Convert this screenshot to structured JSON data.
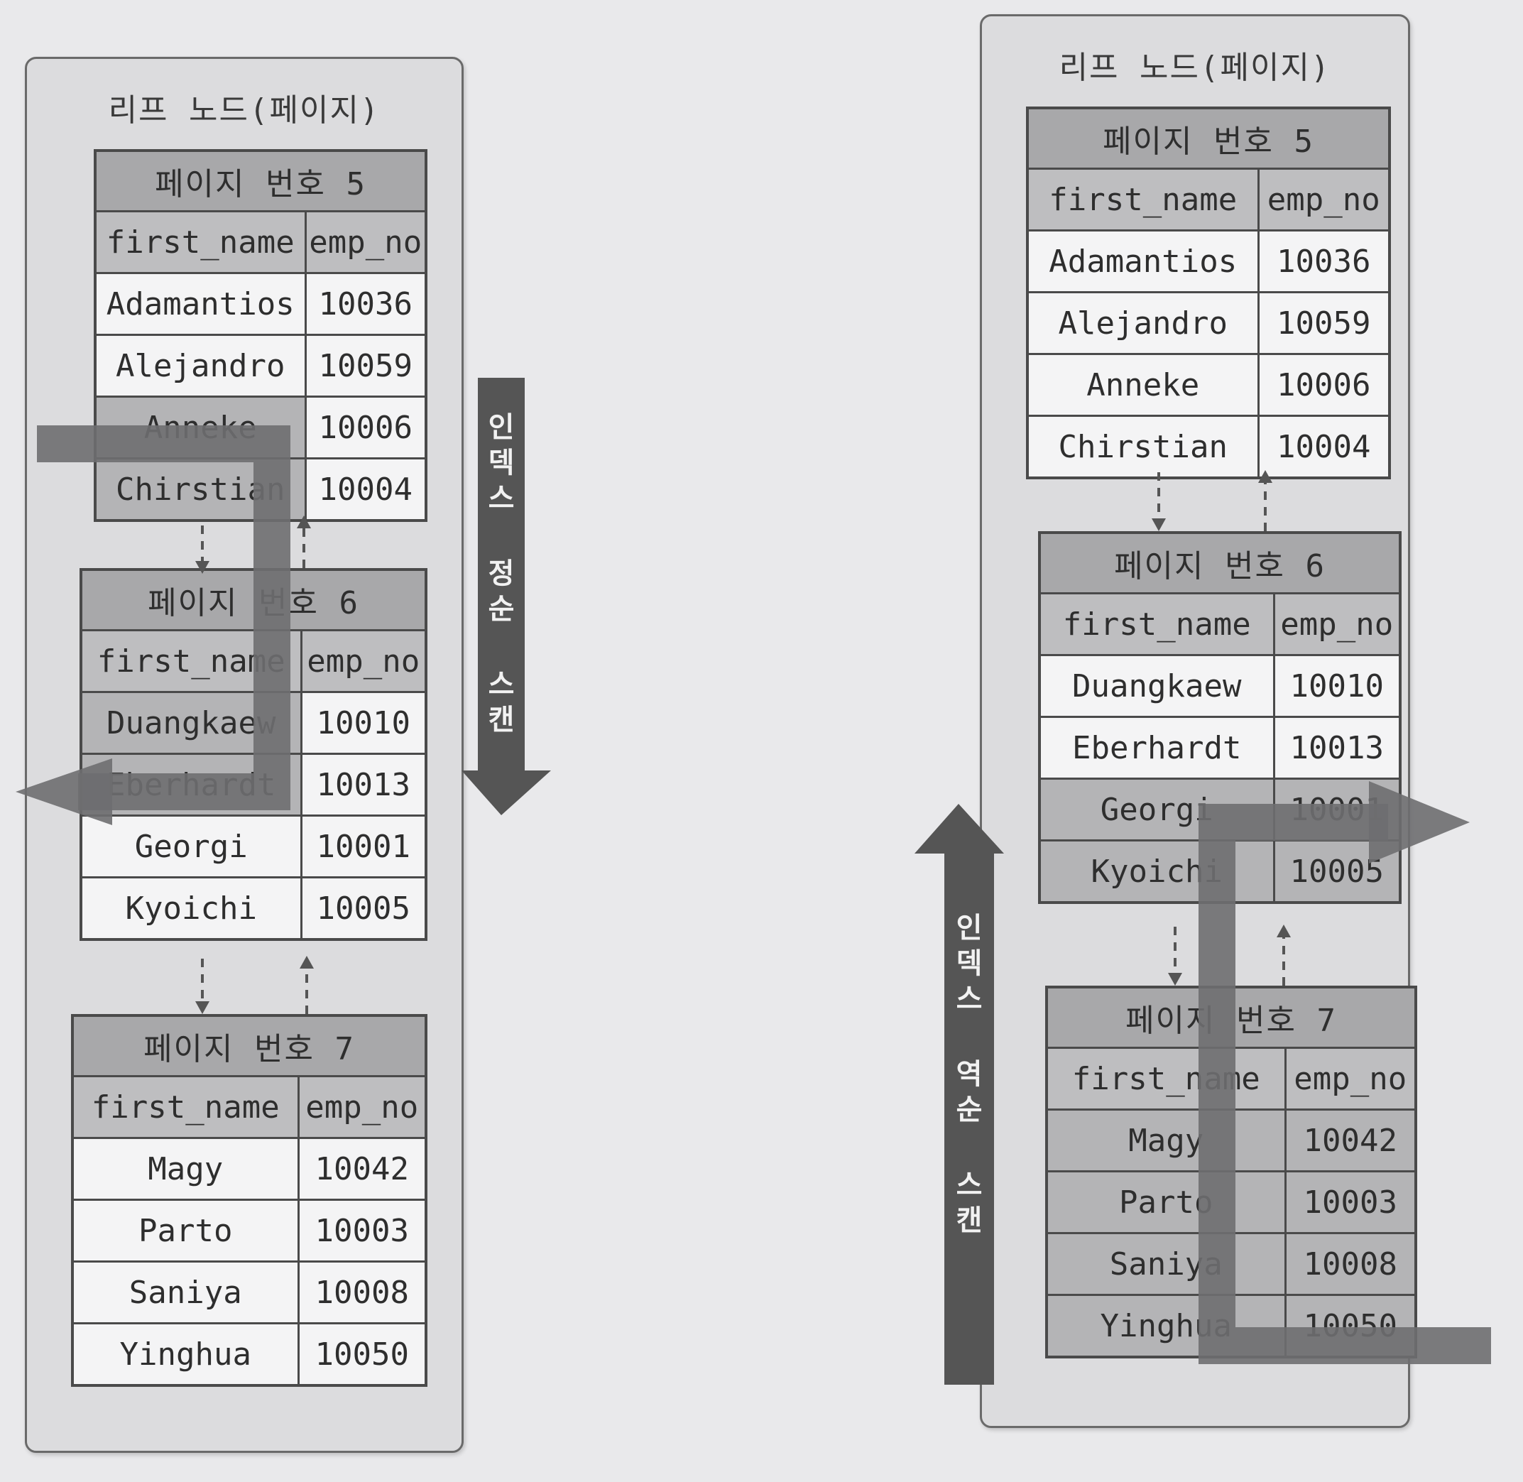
{
  "left_diagram": {
    "title": "리프 노드(페이지)",
    "pages": [
      {
        "header": "페이지 번호 5",
        "col1": "first_name",
        "col2": "emp_no",
        "rows": [
          [
            "Adamantios",
            "10036"
          ],
          [
            "Alejandro",
            "10059"
          ],
          [
            "Anneke",
            "10006"
          ],
          [
            "Chirstian",
            "10004"
          ]
        ]
      },
      {
        "header": "페이지 번호 6",
        "col1": "first_name",
        "col2": "emp_no",
        "rows": [
          [
            "Duangkaew",
            "10010"
          ],
          [
            "Eberhardt",
            "10013"
          ],
          [
            "Georgi",
            "10001"
          ],
          [
            "Kyoichi",
            "10005"
          ]
        ]
      },
      {
        "header": "페이지 번호 7",
        "col1": "first_name",
        "col2": "emp_no",
        "rows": [
          [
            "Magy",
            "10042"
          ],
          [
            "Parto",
            "10003"
          ],
          [
            "Saniya",
            "10008"
          ],
          [
            "Yinghua",
            "10050"
          ]
        ]
      }
    ],
    "scan_label": "인덱스 정순 스캔"
  },
  "right_diagram": {
    "title": "리프 노드(페이지)",
    "pages": [
      {
        "header": "페이지 번호 5",
        "col1": "first_name",
        "col2": "emp_no",
        "rows": [
          [
            "Adamantios",
            "10036"
          ],
          [
            "Alejandro",
            "10059"
          ],
          [
            "Anneke",
            "10006"
          ],
          [
            "Chirstian",
            "10004"
          ]
        ]
      },
      {
        "header": "페이지 번호 6",
        "col1": "first_name",
        "col2": "emp_no",
        "rows": [
          [
            "Duangkaew",
            "10010"
          ],
          [
            "Eberhardt",
            "10013"
          ],
          [
            "Georgi",
            "10001"
          ],
          [
            "Kyoichi",
            "10005"
          ]
        ]
      },
      {
        "header": "페이지 번호 7",
        "col1": "first_name",
        "col2": "emp_no",
        "rows": [
          [
            "Magy",
            "10042"
          ],
          [
            "Parto",
            "10003"
          ],
          [
            "Saniya",
            "10008"
          ],
          [
            "Yinghua",
            "10050"
          ]
        ]
      }
    ],
    "scan_label": "인덱스 역순 스캔"
  }
}
